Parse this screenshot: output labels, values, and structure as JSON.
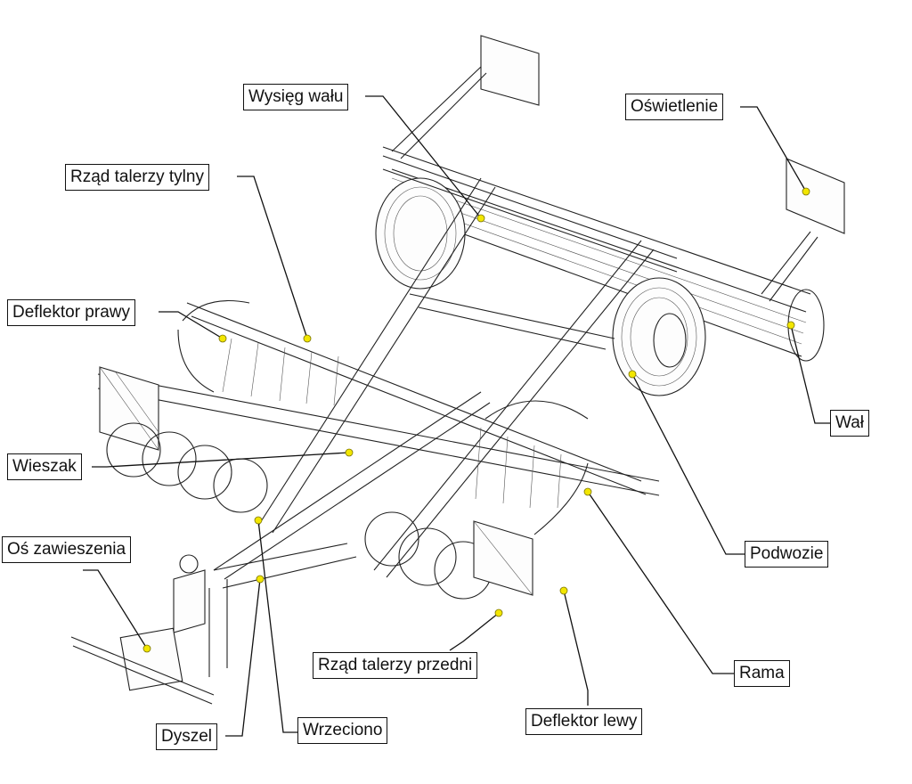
{
  "figure": {
    "labels": {
      "wysieg_walu": "Wysięg wału",
      "oswietlenie": "Oświetlenie",
      "rzad_talerzy_tylny": "Rząd talerzy tylny",
      "deflektor_prawy": "Deflektor prawy",
      "wal": "Wał",
      "wieszak": "Wieszak",
      "podwozie": "Podwozie",
      "os_zawieszenia": "Oś zawieszenia",
      "rama": "Rama",
      "rzad_talerzy_przedni": "Rząd talerzy przedni",
      "deflektor_lewy": "Deflektor lewy",
      "dyszel": "Dyszel",
      "wrzeciono": "Wrzeciono"
    },
    "colors": {
      "marker": "#f2e600",
      "line": "#111111",
      "drawing": "#222222"
    }
  }
}
